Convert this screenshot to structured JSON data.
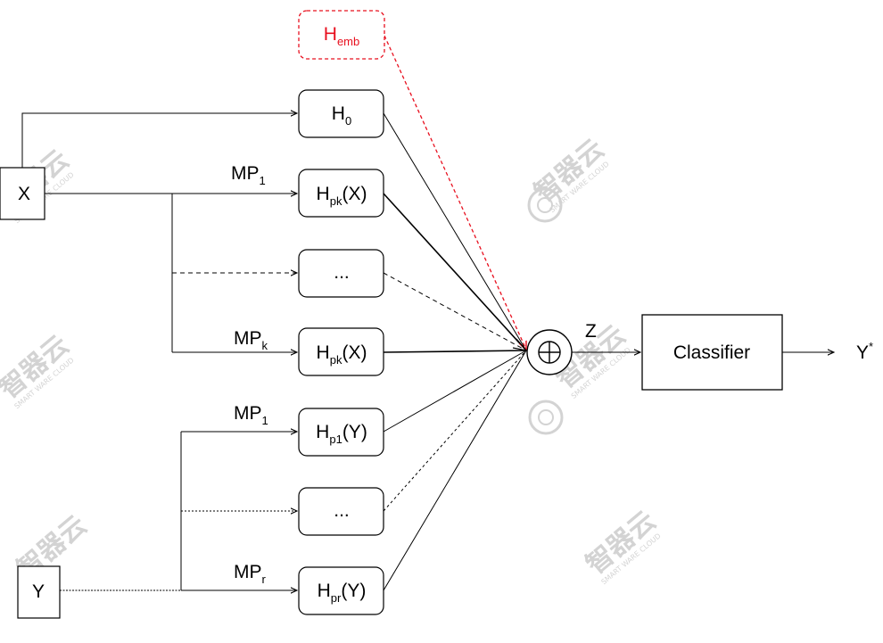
{
  "inputs": {
    "x": "X",
    "y": "Y"
  },
  "nodes": {
    "h_emb": {
      "base": "H",
      "sub": "emb"
    },
    "h0": {
      "base": "H",
      "sub": "0"
    },
    "h_pk_x_1": {
      "base": "H",
      "sub": "pk",
      "suffix": "(X)"
    },
    "ellipsis_x": "...",
    "h_pk_x_2": {
      "base": "H",
      "sub": "pk",
      "suffix": "(X)"
    },
    "h_p1_y": {
      "base": "H",
      "sub": "p1",
      "suffix": "(Y)"
    },
    "ellipsis_y": "...",
    "h_pr_y": {
      "base": "H",
      "sub": "pr",
      "suffix": "(Y)"
    }
  },
  "edge_labels": {
    "mp_1_x": {
      "base": "MP",
      "sub": "1"
    },
    "mp_k": {
      "base": "MP",
      "sub": "k"
    },
    "mp_1_y": {
      "base": "MP",
      "sub": "1"
    },
    "mp_r": {
      "base": "MP",
      "sub": "r"
    }
  },
  "combine": {
    "symbol": "⊕",
    "output_label": "Z"
  },
  "classifier": {
    "label": "Classifier",
    "output": {
      "base": "Y",
      "sup": "*"
    }
  },
  "watermark": {
    "brand": "智器云",
    "sub": "SMART WARE CLOUD"
  },
  "colors": {
    "emb_accent": "#e8101f",
    "line": "#000000",
    "watermark": "#cfcfcf"
  }
}
